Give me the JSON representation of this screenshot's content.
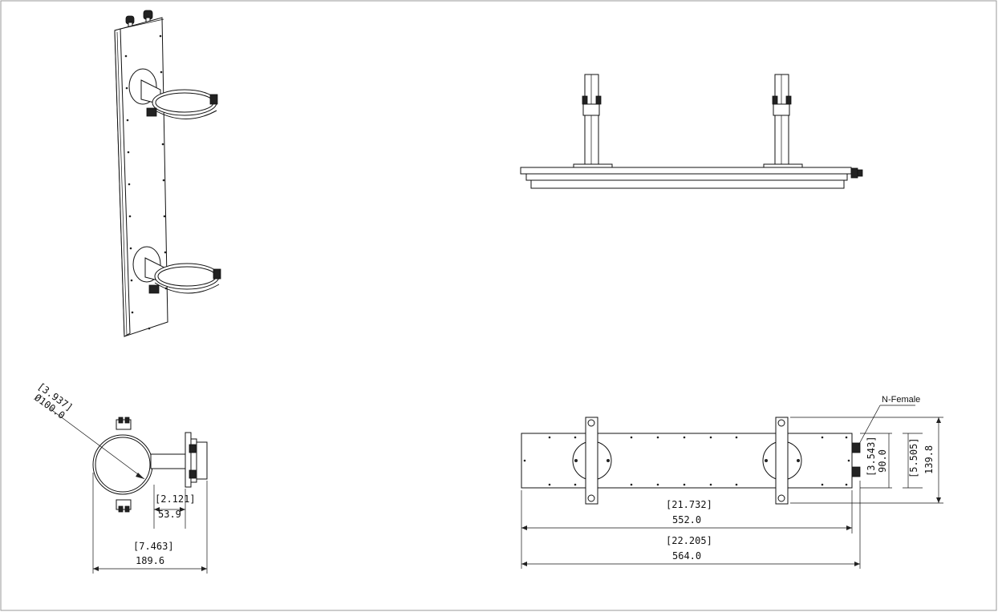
{
  "drawing": {
    "side_view": {
      "diameter_inch": "[3.937]",
      "diameter_mm": "Ø100.0",
      "standoff_inch": "[2.121]",
      "standoff_mm": "53.9",
      "depth_inch": "[7.463]",
      "depth_mm": "189.6"
    },
    "front_view": {
      "connector_label": "N-Female",
      "connector_spacing_inch": "[3.543]",
      "connector_spacing_mm": "90.0",
      "panel_width_inch": "[5.505]",
      "overall_height_mm": "139.8",
      "panel_length_inch": "[21.732]",
      "panel_length_mm": "552.0",
      "overall_length_inch": "[22.205]",
      "overall_length_mm": "564.0"
    }
  }
}
